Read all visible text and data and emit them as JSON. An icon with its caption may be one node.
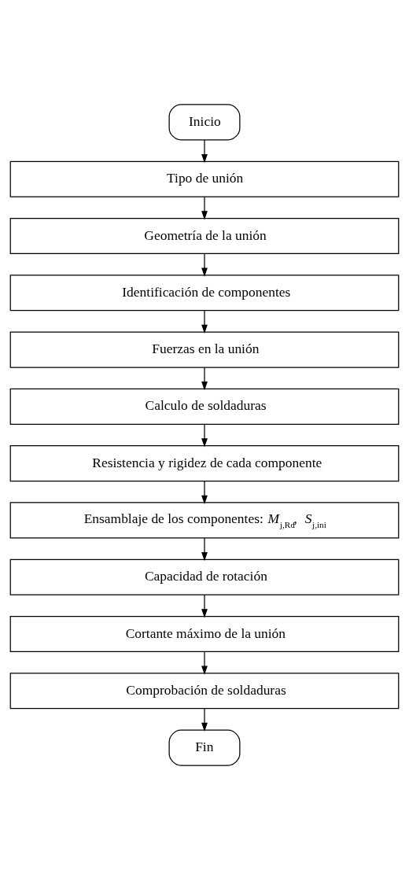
{
  "diagram": {
    "nodes": [
      {
        "text": [
          "Inicio"
        ]
      },
      {
        "text": [
          "Tipo de unión"
        ]
      },
      {
        "text": [
          "Geometría de la unión"
        ]
      },
      {
        "text": [
          "Identificación de componentes"
        ]
      },
      {
        "text": [
          "Fuerzas en la unión"
        ]
      },
      {
        "text": [
          "Calculo de soldaduras"
        ]
      },
      {
        "text": [
          "Resistencia y rigidez de cada componente"
        ]
      },
      {
        "text": [
          "Ensamblaje de los componentes: *M*$_{j,Rd}$, *S*$_{j,ini}$"
        ]
      },
      {
        "text": [
          "Capacidad de rotación"
        ]
      },
      {
        "text": [
          "Cortante máximo de la unión"
        ]
      },
      {
        "text": [
          "Comprobación de soldaduras"
        ]
      },
      {
        "text": [
          "Fin"
        ]
      }
    ],
    "edges": [
      {
        "from": 0,
        "to": 1,
        "arrow": "to"
      },
      {
        "from": 1,
        "to": 2,
        "arrow": "to"
      },
      {
        "from": 2,
        "to": 3,
        "arrow": "to"
      },
      {
        "from": 3,
        "to": 4,
        "arrow": "to"
      },
      {
        "from": 4,
        "to": 5,
        "arrow": "to"
      },
      {
        "from": 5,
        "to": 6,
        "arrow": "to"
      },
      {
        "from": 6,
        "to": 7,
        "arrow": "to"
      },
      {
        "from": 7,
        "to": 8,
        "arrow": "to"
      },
      {
        "from": 8,
        "to": 9,
        "arrow": "to"
      },
      {
        "from": 9,
        "to": 10,
        "arrow": "to"
      },
      {
        "from": 10,
        "to": 11,
        "arrow": "to"
      }
    ]
  }
}
